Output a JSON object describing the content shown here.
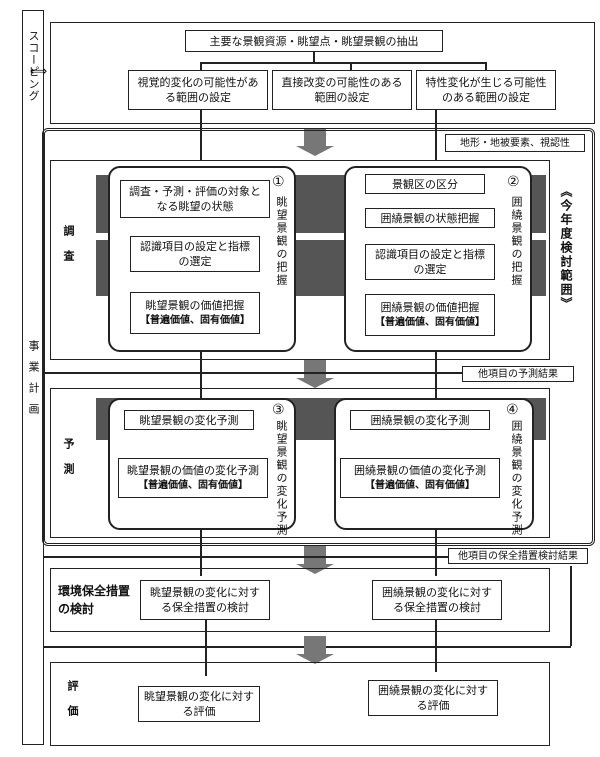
{
  "left_bar": {
    "scoping": "スコーピング",
    "project_plan": "事業計画"
  },
  "scoping": {
    "top": "主要な景観資源・眺望点・眺望景観の抽出",
    "box1": "視覚的変化の可能性がある範囲の設定",
    "box2": "直接改変の可能性のある範囲の設定",
    "box3": "特性変化が生じる可能性のある範囲の設定"
  },
  "side_note": "地形・地被要素、視認性",
  "current_year": "《今年度検討範囲》",
  "survey": {
    "title": "調査",
    "left": {
      "num": "①",
      "label": "眺望景観の把握",
      "b1": "調査・予測・評価の対象となる眺望の状態",
      "b2": "認識項目の設定と指標の選定",
      "b3": "眺望景観の価値把握",
      "b3sub": "【普遍価値、固有価値】"
    },
    "right": {
      "num": "②",
      "label": "囲繞景観の把握",
      "b1": "景観区の区分",
      "b2": "囲繞景観の状態把握",
      "b3": "認識項目の設定と指標の選定",
      "b4": "囲繞景観の価値把握",
      "b4sub": "【普遍価値、固有価値】"
    }
  },
  "other_prediction": "他項目の予測結果",
  "prediction": {
    "title": "予測",
    "left": {
      "num": "③",
      "label": "眺望景観の変化予測",
      "b1": "眺望景観の変化予測",
      "b2": "眺望景観の価値の変化予測",
      "b2sub": "【普遍価値、固有価値】"
    },
    "right": {
      "num": "④",
      "label": "囲繞景観の変化予測",
      "b1": "囲繞景観の変化予測",
      "b2": "囲繞景観の価値の変化予測",
      "b2sub": "【普遍価値、固有価値】"
    }
  },
  "other_conservation": "他項目の保全措置検討結果",
  "conservation": {
    "title": "環境保全措置の検討",
    "left": "眺望景観の変化に対する保全措置の検討",
    "right": "囲繞景観の変化に対する保全措置の検討"
  },
  "evaluation": {
    "title": "評価",
    "left": "眺望景観の変化に対する評価",
    "right": "囲繞景観の変化に対する評価"
  }
}
